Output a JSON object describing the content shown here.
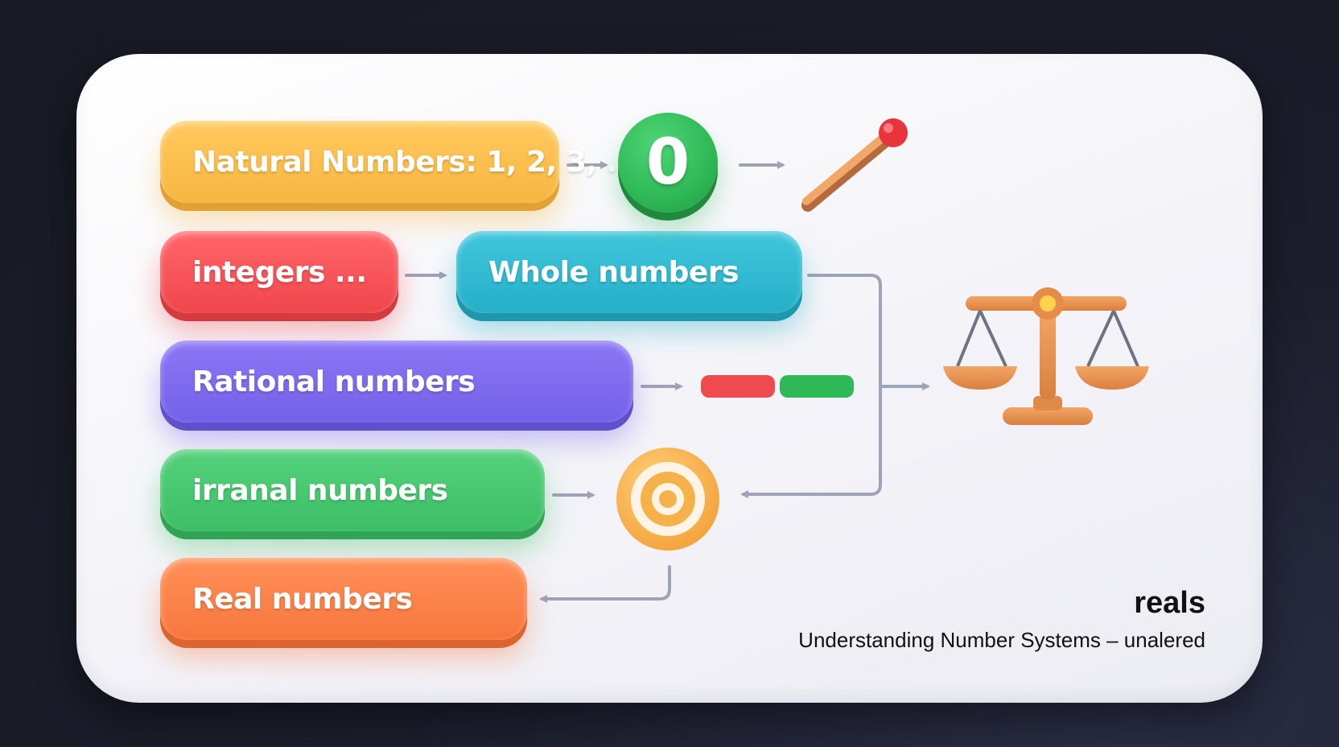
{
  "pills": {
    "natural": "Natural Numbers: 1, 2, 3, ...",
    "integers": "integers ...",
    "whole": "Whole numbers",
    "rational": "Rational numbers",
    "irrational": "irranal numbers",
    "real": "Real numbers"
  },
  "zero_badge": "0",
  "caption": {
    "title": "reals",
    "subtitle": "Understanding Number Systems – unalered"
  },
  "icons": {
    "match": "matchstick-icon",
    "scale": "balance-scale-icon",
    "target": "target-icon",
    "bar": "red-green-bar-icon"
  },
  "colors": {
    "yellow": "#f8b540",
    "red": "#f0464c",
    "cyan": "#25b0c8",
    "purple": "#7561e8",
    "green": "#3cbe66",
    "orange": "#f7773e",
    "badge_green": "#2fb856",
    "connector": "#9ea3b8"
  }
}
